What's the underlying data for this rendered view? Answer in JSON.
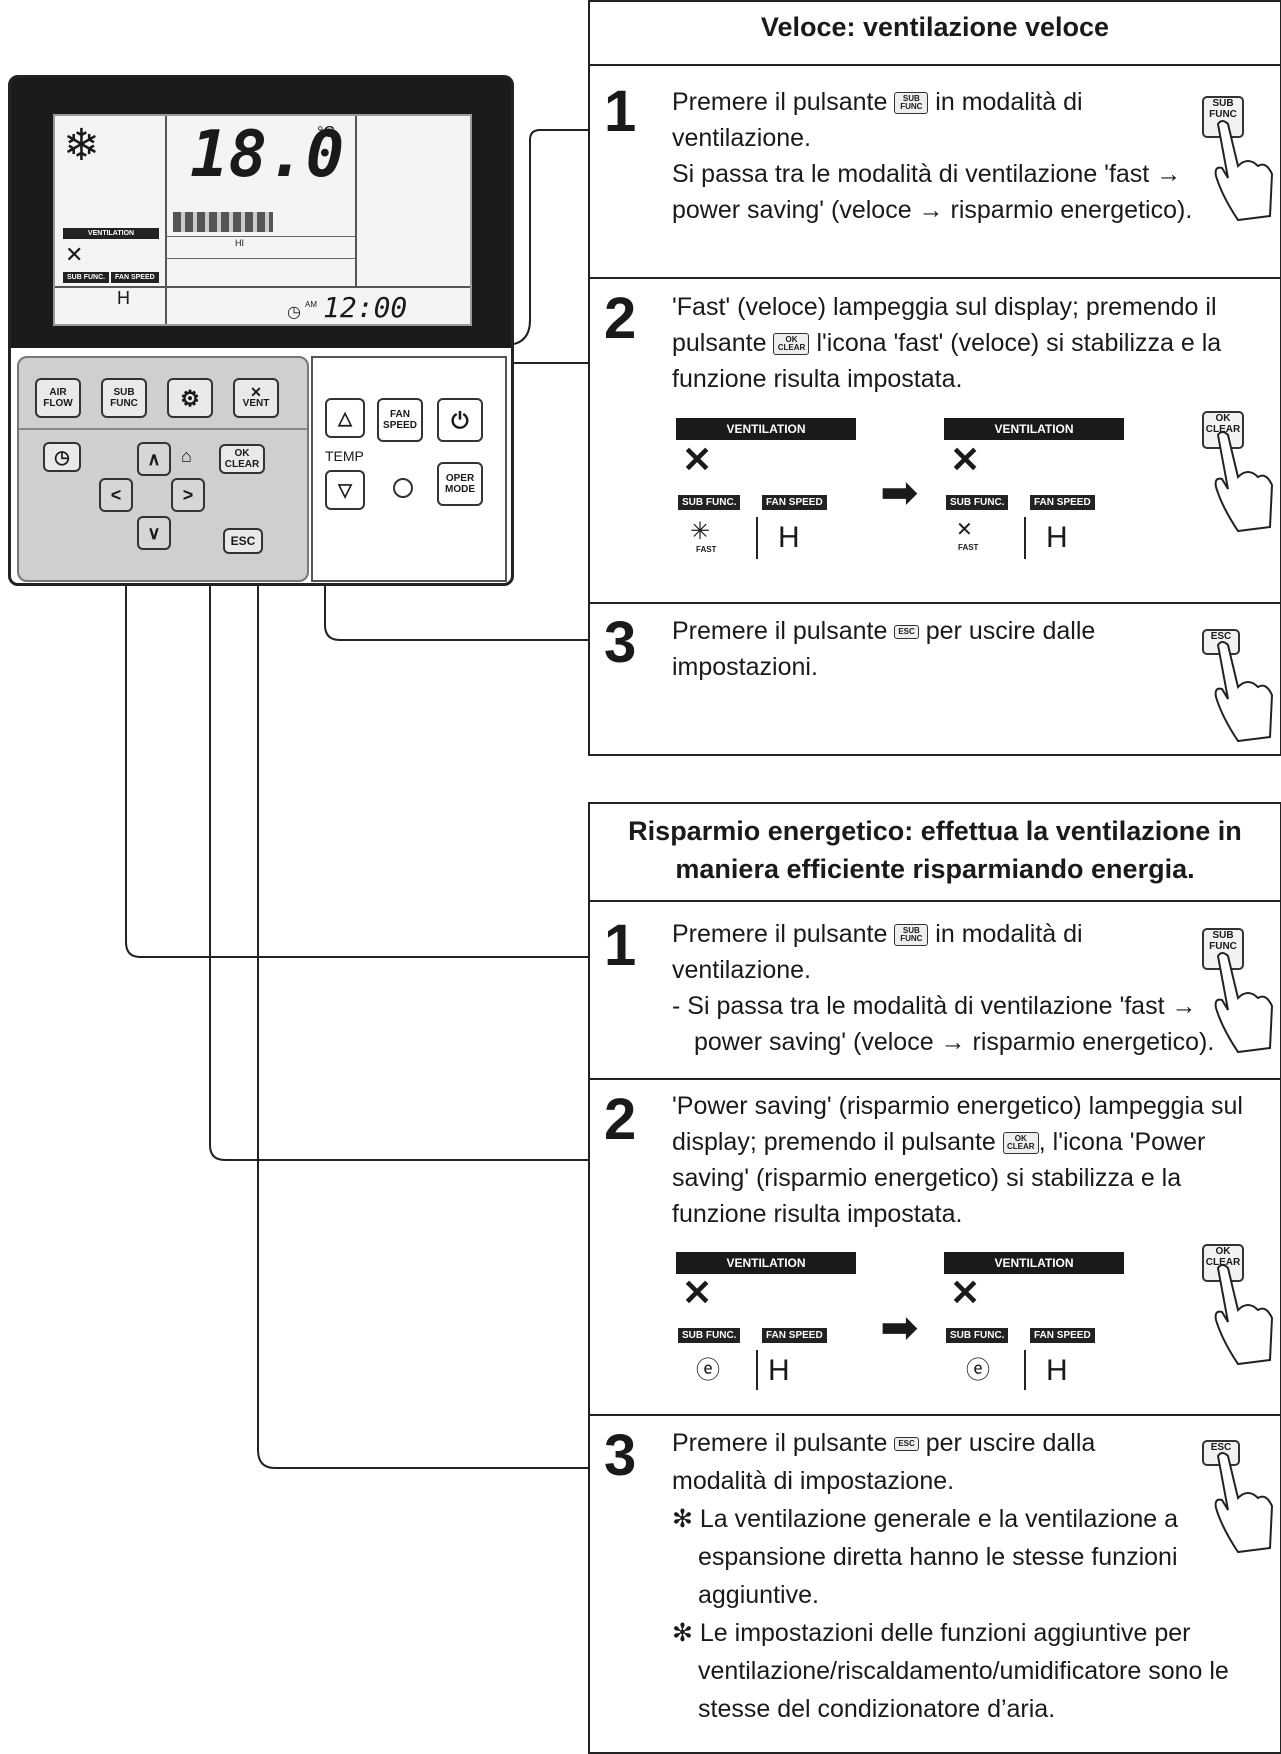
{
  "remote": {
    "lcd": {
      "temperature": "18.0",
      "unit": "°C",
      "ventilation_tag": "VENTILATION",
      "sub_func_tag": "SUB FUNC.",
      "fan_speed_tag": "FAN SPEED",
      "fan_value": "H",
      "fan_level": "HI",
      "am": "AM",
      "clock": "12:00"
    },
    "keys": {
      "air_flow": "AIR FLOW",
      "sub_func": "SUB FUNC",
      "vent": "VENT",
      "ok_clear": "OK CLEAR",
      "esc": "ESC",
      "fan_speed": "FAN SPEED",
      "temp": "TEMP",
      "oper_mode": "OPER MODE"
    }
  },
  "fast": {
    "title": "Veloce: ventilazione veloce",
    "step1": {
      "num": "1",
      "a": "Premere il pulsante",
      "b": "in modalità di",
      "c": "ventilazione.",
      "d": "Si passa tra le modalità di ventilazione 'fast →",
      "e": "power saving' (veloce → risparmio energetico)."
    },
    "step2": {
      "num": "2",
      "a": "'Fast' (veloce) lampeggia sul display; premendo il",
      "b1": "pulsante",
      "b2": "l'icona 'fast' (veloce) si stabilizza e la",
      "c": "funzione risulta impostata.",
      "vent": "VENTILATION",
      "sub": "SUB FUNC.",
      "fan": "FAN SPEED",
      "h": "H",
      "fast_label": "FAST"
    },
    "step3": {
      "num": "3",
      "a": "Premere il pulsante",
      "b": "per uscire dalle",
      "c": "impostazioni."
    }
  },
  "saving": {
    "title1": "Risparmio energetico: effettua la ventilazione in",
    "title2": "maniera efficiente risparmiando energia.",
    "step1": {
      "num": "1",
      "a": "Premere il pulsante",
      "b": "in modalità di",
      "c": "ventilazione.",
      "d": "- Si passa tra le modalità di ventilazione 'fast →",
      "e": "power saving' (veloce → risparmio energetico)."
    },
    "step2": {
      "num": "2",
      "a": "'Power saving' (risparmio energetico) lampeggia sul",
      "b1": "display; premendo il pulsante",
      "b2": ", l'icona 'Power",
      "c": "saving' (risparmio energetico) si stabilizza e la",
      "d": "funzione risulta impostata.",
      "vent": "VENTILATION",
      "sub": "SUB FUNC.",
      "fan": "FAN SPEED",
      "h": "H"
    },
    "step3": {
      "num": "3",
      "a": "Premere il pulsante",
      "b": "per uscire dalla",
      "c": "modalità di impostazione.",
      "n1a": "✻ La ventilazione generale e la ventilazione a",
      "n1b": "espansione diretta hanno le stesse funzioni",
      "n1c": "aggiuntive.",
      "n2a": "✻ Le impostazioni delle funzioni aggiuntive per",
      "n2b": "ventilazione/riscaldamento/umidificatore sono le",
      "n2c": "stesse del condizionatore d’aria."
    }
  },
  "mini_buttons": {
    "sub": "SUB FUNC",
    "ok": "OK CLEAR",
    "esc": "ESC"
  }
}
